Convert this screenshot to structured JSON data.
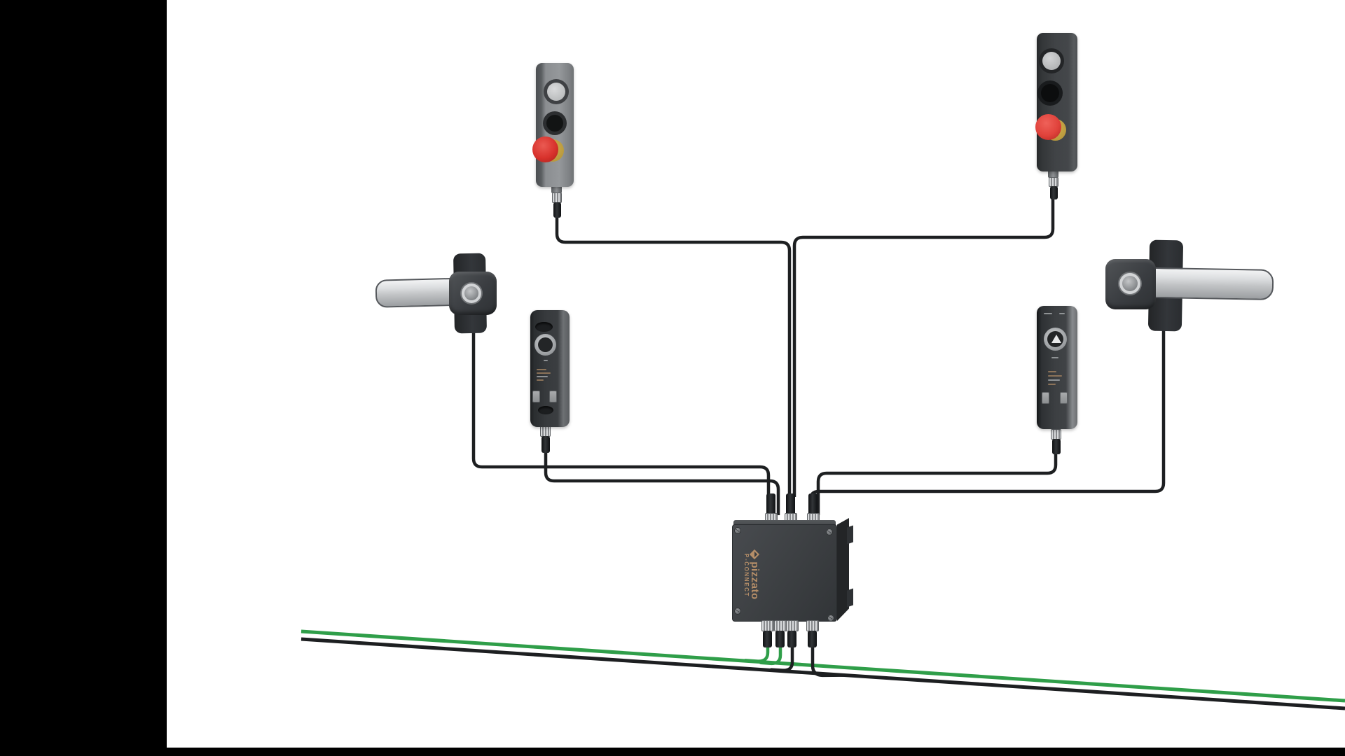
{
  "scene": {
    "type": "product-wiring-illustration",
    "background_color": "#ffffff",
    "left_bar_color": "#000000",
    "bottom_bar_color": "#000000"
  },
  "junction_box": {
    "brand": "pizzato",
    "product_line": "P-CONNECT",
    "logo_color": "#b58e68",
    "body_color": "#3a3d40",
    "top_port_count": 3,
    "bottom_port_count": 4
  },
  "devices": {
    "left_pushbutton_station": {
      "buttons": [
        "illuminated-button",
        "black-button",
        "emergency-stop-button"
      ]
    },
    "right_pushbutton_station": {
      "buttons": [
        "illuminated-button",
        "black-button",
        "emergency-stop-button"
      ]
    },
    "left_door_handle": {
      "kind": "safety-door-handle"
    },
    "right_door_handle": {
      "kind": "safety-door-handle"
    },
    "left_safety_sensor": {
      "kind": "safety-sensor"
    },
    "right_safety_sensor": {
      "kind": "safety-sensor"
    }
  },
  "cables": {
    "device_cable_color": "#1d1f21",
    "trunk_cables": [
      {
        "name": "green-trunk",
        "color": "#2f9e49"
      },
      {
        "name": "black-trunk",
        "color": "#1d1f21"
      }
    ]
  },
  "colors": {
    "estop_red": "#d8322c",
    "estop_collar_yellow": "#b99a3e",
    "illuminated_button_grey": "#c7c9c9",
    "connector_silver": "#b5b7b9"
  }
}
